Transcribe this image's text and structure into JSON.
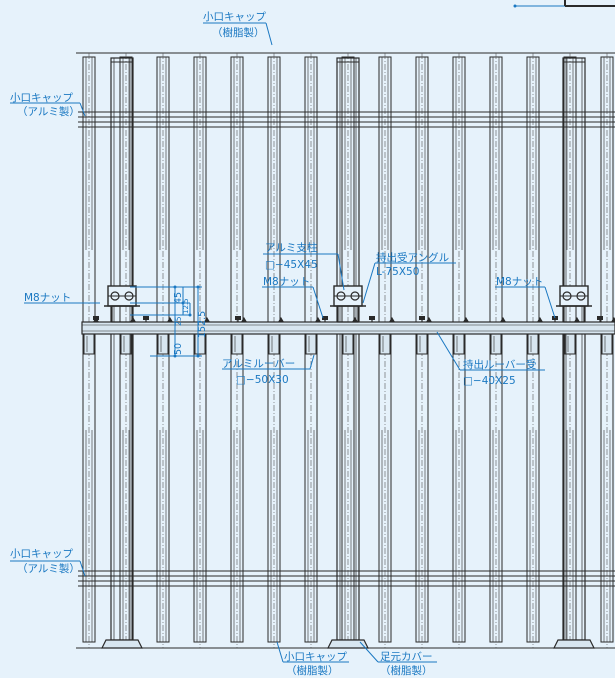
{
  "labels": {
    "top_cap_resin_1": "小口キャップ",
    "top_cap_resin_2": "（樹脂製）",
    "upper_cap_alu_1": "小口キャップ",
    "upper_cap_alu_2": "（アルミ製）",
    "lower_cap_alu_1": "小口キャップ",
    "lower_cap_alu_2": "（アルミ製）",
    "post_1": "アルミ支柱",
    "post_2": "□−45X45",
    "angle_1": "持出受アングル",
    "angle_2": "L-75X50",
    "nut_left": "M8ナット",
    "nut_center": "M8ナット",
    "nut_right": "M8ナット",
    "louver_1": "アルミルーバー",
    "louver_2": "□−50X30",
    "receiver_1": "持出ルーバー受",
    "receiver_2": "□−40X25",
    "bottom_cap_resin_1": "小口キャップ",
    "bottom_cap_resin_2": "（樹脂製）",
    "foot_cover_1": "足元カバー",
    "foot_cover_2": "（樹脂製）"
  },
  "dimensions": {
    "d_45": "45",
    "d_25": "25",
    "d_12_5": "12.5",
    "d_50": "50",
    "d_152_5": "152.5"
  },
  "colors": {
    "background": "#e6f2fb",
    "leader_lines": "#1a78c2",
    "drawing_lines": "#2a2a2a"
  }
}
